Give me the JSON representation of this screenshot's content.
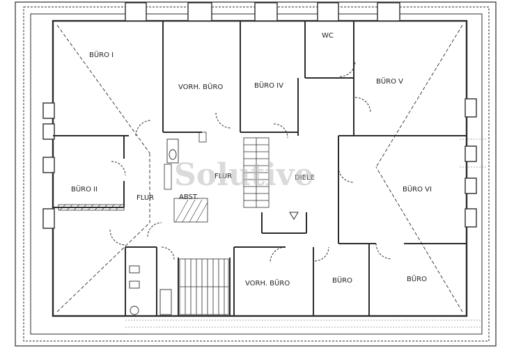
{
  "plan": {
    "rooms": {
      "buero_1": "BÜRO I",
      "vorh_buero_top": "VORH. BÜRO",
      "buero_4": "BÜRO IV",
      "wc": "WC",
      "buero_5": "BÜRO V",
      "buero_2": "BÜRO II",
      "flur_left": "FLUR",
      "flur_center": "FLUR",
      "abst": "ABST.",
      "diele": "DIELE",
      "buero_6": "BÜRO VI",
      "vorh_buero_bottom": "VORH. BÜRO",
      "buero_small_a": "BÜRO",
      "buero_small_b": "BÜRO"
    },
    "watermark": "Solutive",
    "colors": {
      "line": "#2b2b2b",
      "paper": "#ffffff",
      "watermark": "#bdbdbd"
    }
  }
}
